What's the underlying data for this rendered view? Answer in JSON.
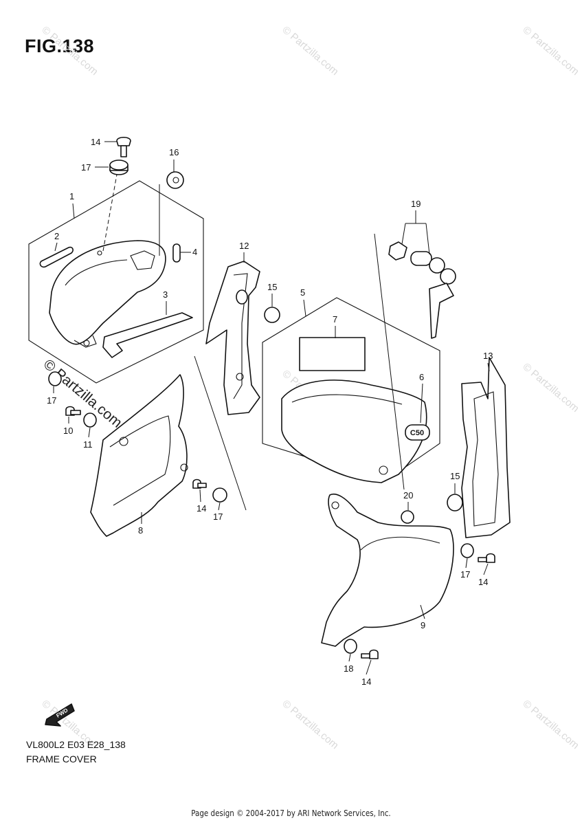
{
  "figure_title": "FIG.138",
  "model_code": "VL800L2 E03 E28_138",
  "diagram_name": "FRAME COVER",
  "copyright": "Page design © 2004-2017 by ARI Network Services, Inc.",
  "watermark": "© Partzilla.com",
  "fwd_label": "FWD",
  "emblem_text": "C50",
  "callouts": {
    "c1": "1",
    "c2": "2",
    "c3": "3",
    "c4": "4",
    "c5": "5",
    "c6": "6",
    "c7": "7",
    "c8": "8",
    "c9": "9",
    "c10": "10",
    "c11": "11",
    "c12": "12",
    "c13": "13",
    "c14a": "14",
    "c14b": "14",
    "c14c": "14",
    "c14d": "14",
    "c15a": "15",
    "c15b": "15",
    "c16": "16",
    "c17a": "17",
    "c17b": "17",
    "c17c": "17",
    "c17d": "17",
    "c18": "18",
    "c19": "19",
    "c20": "20"
  }
}
